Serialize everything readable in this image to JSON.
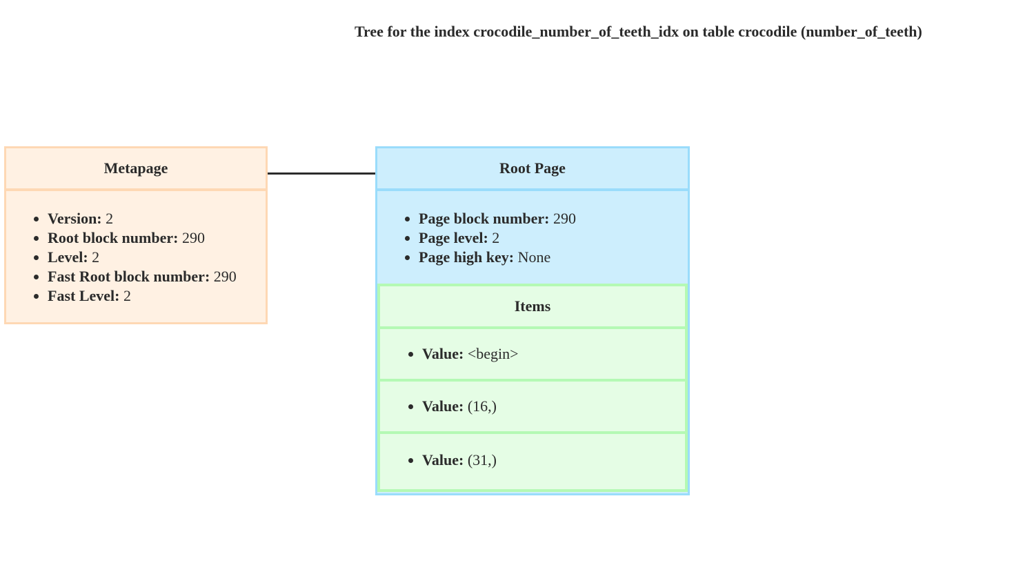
{
  "title": "Tree for the index crocodile_number_of_teeth_idx on table crocodile (number_of_teeth)",
  "metapage": {
    "header": "Metapage",
    "props": [
      {
        "label": "Version:",
        "value": "2"
      },
      {
        "label": "Root block number:",
        "value": "290"
      },
      {
        "label": "Level:",
        "value": "2"
      },
      {
        "label": "Fast Root block number:",
        "value": "290"
      },
      {
        "label": "Fast Level:",
        "value": "2"
      }
    ]
  },
  "root_page": {
    "header": "Root Page",
    "props": [
      {
        "label": "Page block number:",
        "value": "290"
      },
      {
        "label": "Page level:",
        "value": "2"
      },
      {
        "label": "Page high key:",
        "value": "None"
      }
    ],
    "items_header": "Items",
    "items": [
      {
        "label": "Value:",
        "value": "<begin>"
      },
      {
        "label": "Value:",
        "value": "(16,)"
      },
      {
        "label": "Value:",
        "value": "(31,)"
      }
    ]
  },
  "colors": {
    "metapage_fill": "#fff1e3",
    "metapage_border": "#fed8b4",
    "root_fill": "#cdeefd",
    "root_border": "#9adcfb",
    "items_fill": "#e5fde5",
    "items_border": "#b4f9b4",
    "edge": "#2b2b2b"
  }
}
